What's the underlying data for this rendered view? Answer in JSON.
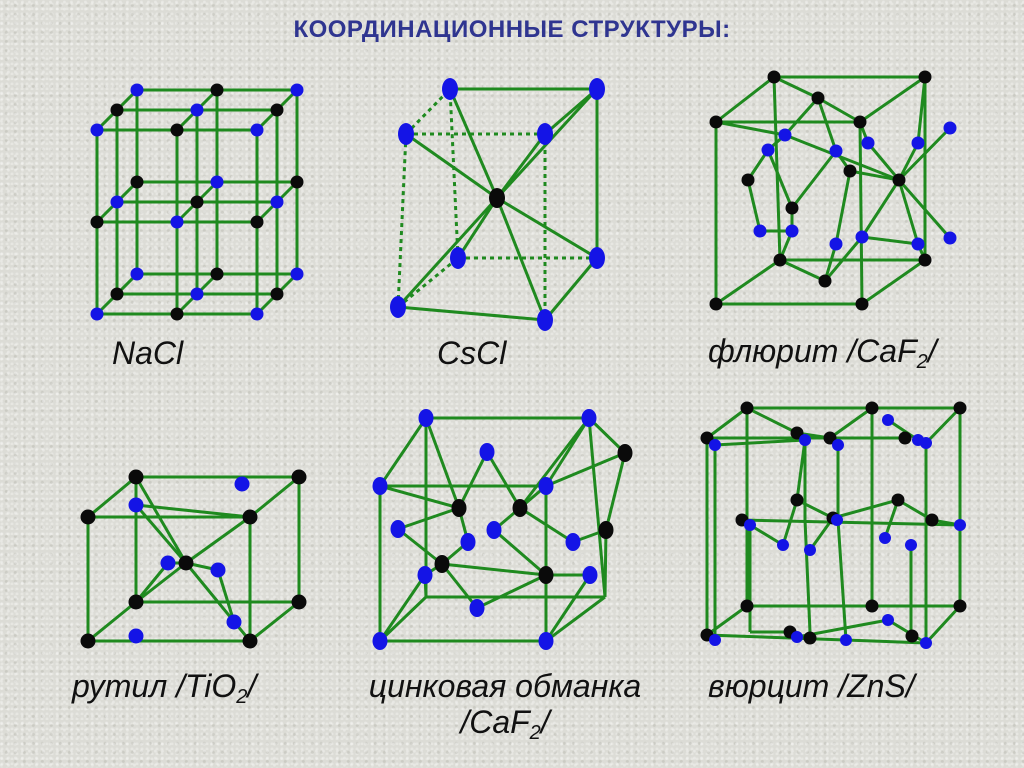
{
  "title": "КООРДИНАЦИОННЫЕ СТРУКТУРЫ:",
  "colors": {
    "bond": "#1f8a1f",
    "atom_black": "#0a0a0a",
    "atom_blue": "#1414e6",
    "title": "#2f3590"
  },
  "structures": [
    {
      "id": "nacl",
      "label": "NaCl"
    },
    {
      "id": "cscl",
      "label": "CsCl"
    },
    {
      "id": "fluorite",
      "label": "флюрит /CaF",
      "sub": "2",
      "after": "/"
    },
    {
      "id": "rutile",
      "label": "рутил /TiO",
      "sub": "2",
      "after": "/"
    },
    {
      "id": "zincblende",
      "label_line1": "цинковая обманка",
      "label_line2": "/CaF",
      "sub": "2",
      "after": "/"
    },
    {
      "id": "wurtzite",
      "label": "вюрцит /ZnS/"
    }
  ]
}
